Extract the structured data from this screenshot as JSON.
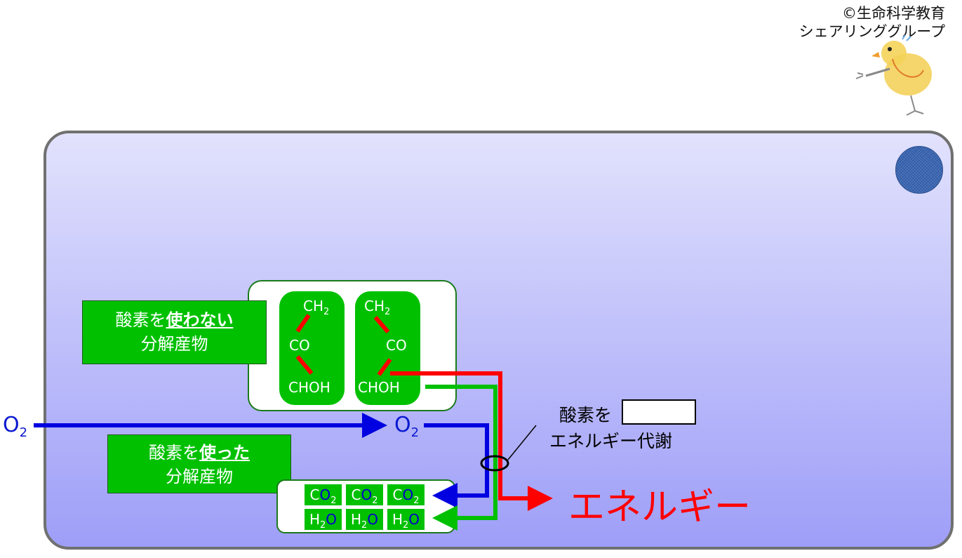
{
  "copyright": {
    "line1": "©生命科学教育",
    "line2": "シェアリンググループ"
  },
  "anaerobic_label": {
    "prefix": "酸素を",
    "emphasis": "使わない",
    "line2": "分解産物"
  },
  "aerobic_label": {
    "prefix": "酸素を",
    "emphasis": "使った",
    "line2": "分解産物"
  },
  "molecule": {
    "top": "CH",
    "top_sub": "2",
    "middle": "CO",
    "bottom": "CHOH"
  },
  "oxygen": {
    "symbol": "O",
    "sub": "2"
  },
  "products": {
    "co2_c": "C",
    "co2_o": "O",
    "co2_sub": "2",
    "h2o_h": "H",
    "h2o_sub": "2",
    "h2o_o": "O"
  },
  "energy_label": "エネルギー",
  "metabolism_note": {
    "line1": "酸素を",
    "line2": "エネルギー代謝"
  },
  "colors": {
    "energy_arrow": "#ff0000",
    "product_arrow": "#00c000",
    "oxygen_arrow": "#0000e0",
    "green_label": "#00c000"
  }
}
